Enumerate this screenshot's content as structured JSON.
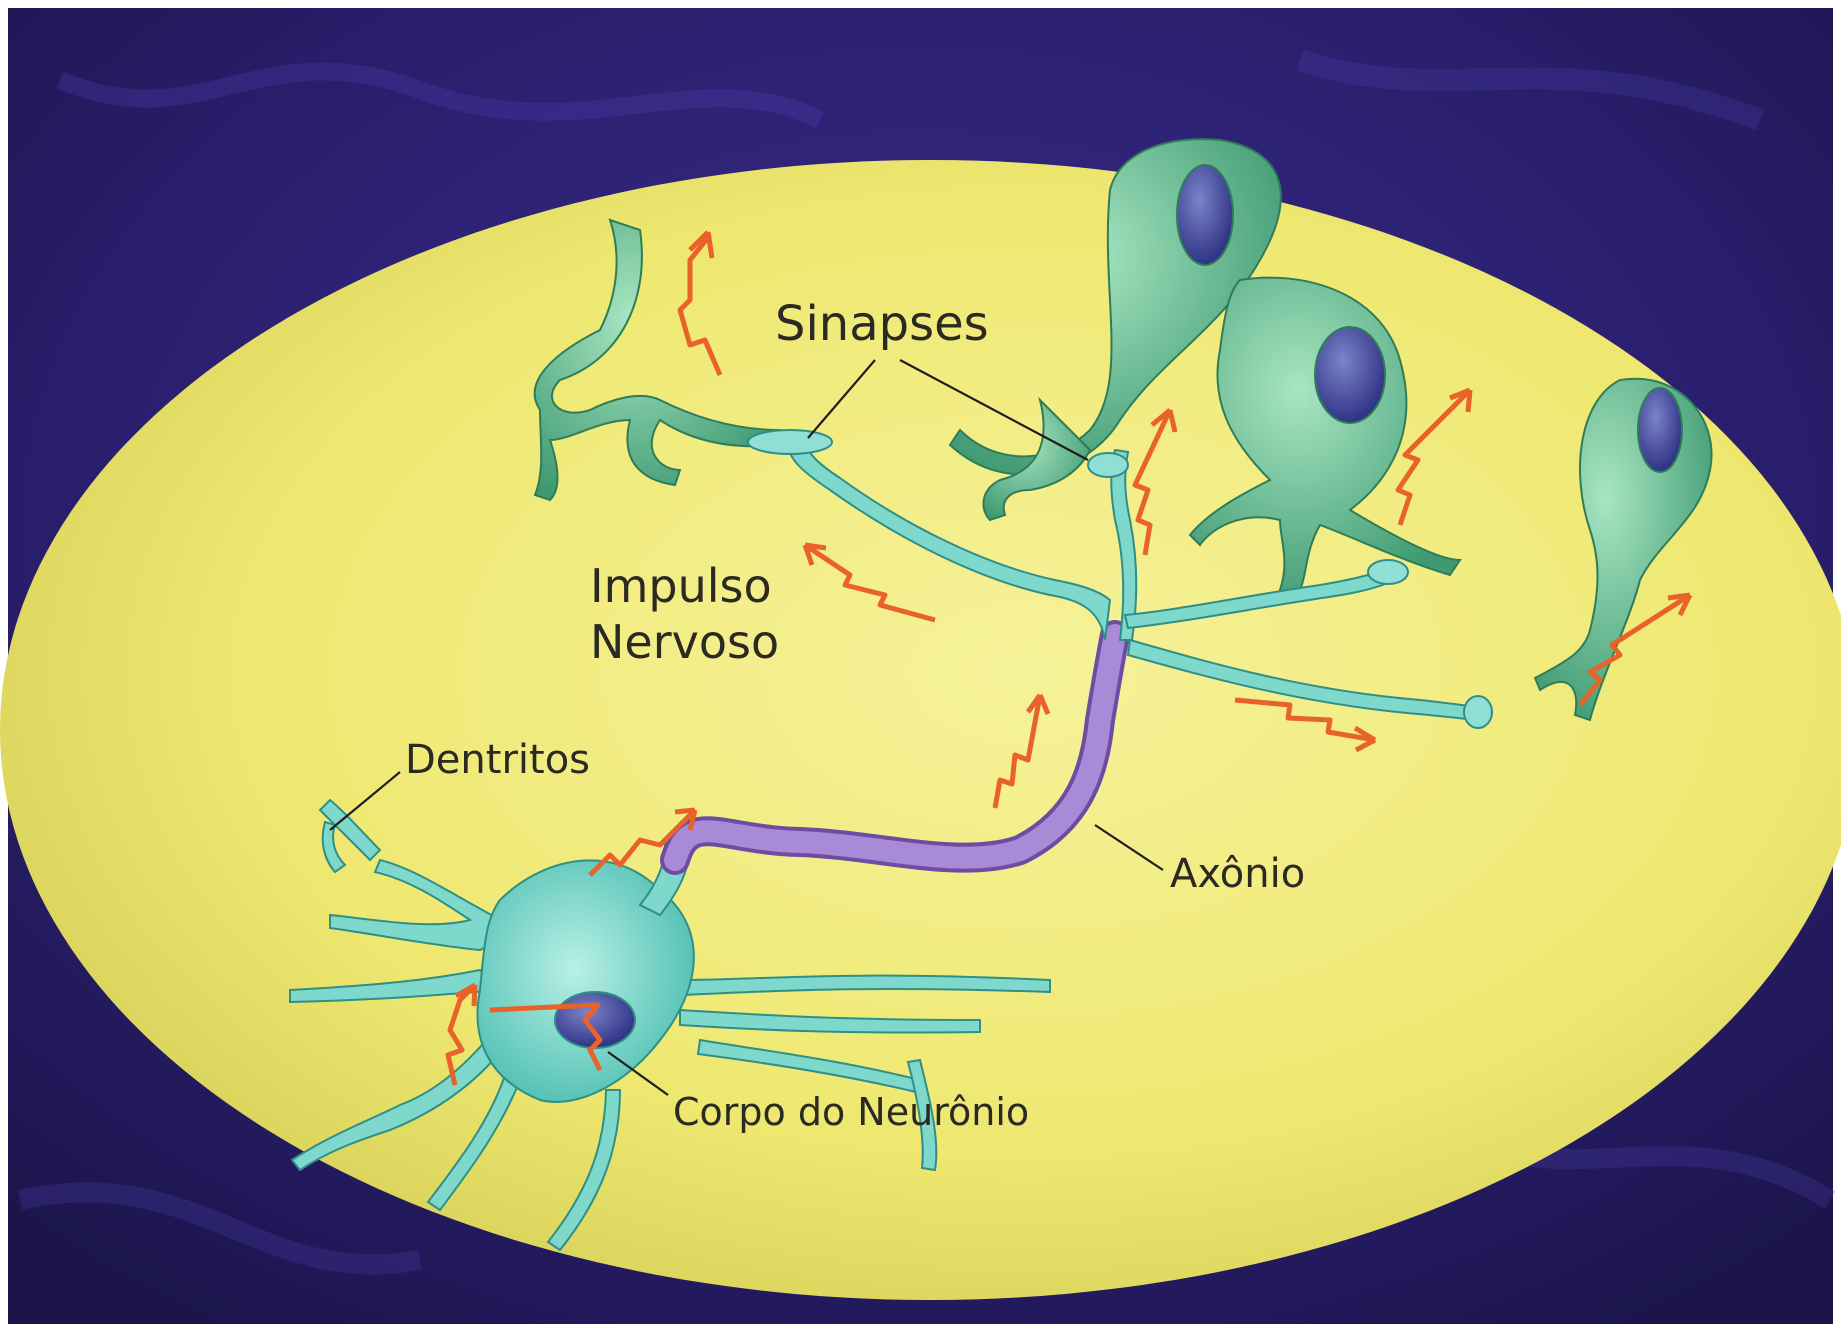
{
  "diagram": {
    "labels": {
      "sinapses": "Sinapses",
      "impulso_line1": "Impulso",
      "impulso_line2": "Nervoso",
      "dentritos": "Dentritos",
      "axonio": "Axônio",
      "corpo": "Corpo do Neurônio"
    },
    "colors": {
      "background_fabric": "#2a1f6e",
      "oval_fill": "#f3ee7e",
      "neuron_cyan": "#6fd3c8",
      "neuron_green": "#4fae84",
      "nucleus": "#3b3f9a",
      "myelin": "#9a7fc4",
      "impulse_arrow": "#e8622a"
    }
  }
}
